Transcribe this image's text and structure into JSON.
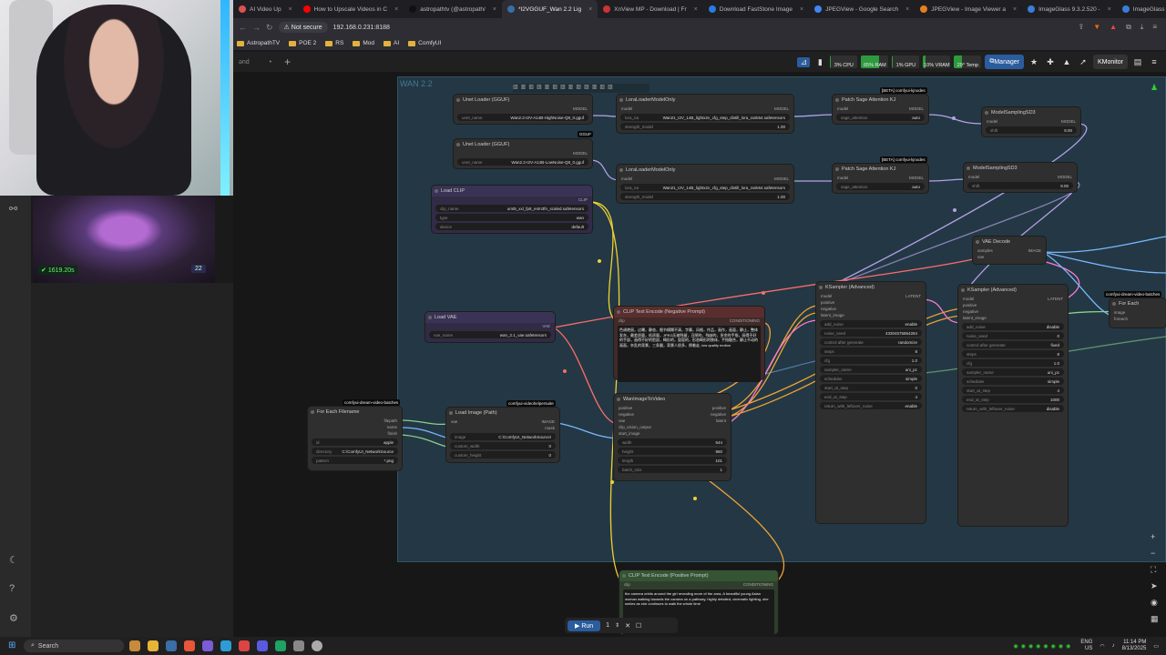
{
  "browser": {
    "tabs": [
      {
        "label": "AI Video Up",
        "color": "#d9534f"
      },
      {
        "label": "How to Upscale Videos in C",
        "color": "#ff0000"
      },
      {
        "label": "astropathtv (@astropath/",
        "color": "#111111"
      },
      {
        "label": "*I2VGGUF_Wan 2.2 Lig",
        "color": "#3a6ea5",
        "active": true
      },
      {
        "label": "XnView MP - Download | Fr",
        "color": "#c33"
      },
      {
        "label": "Download FastStone Image",
        "color": "#2a7ae2"
      },
      {
        "label": "JPEGView - Google Search",
        "color": "#4285f4"
      },
      {
        "label": "JPEGView - Image Viewer a",
        "color": "#e67e22"
      },
      {
        "label": "ImageGlass 9.3.2.520 -",
        "color": "#3b7dd8"
      },
      {
        "label": "ImageGlass 9 - Photo View",
        "color": "#3b7dd8"
      }
    ],
    "tab_close": "×",
    "new_tab": "+",
    "url_security": "Not secure",
    "url": "192.168.0.231:8188",
    "bookmarks": [
      "AstropathTV",
      "POE 2",
      "RS",
      "Mod",
      "AI",
      "ComfyUI"
    ]
  },
  "comfy": {
    "workflow_tab": "ənd",
    "workflow_dot": "•",
    "add_tab": "+",
    "cpu": {
      "label": "CPU",
      "value": "3%",
      "level": 0.03
    },
    "ram": {
      "label": "RAM",
      "value": "65%",
      "level": 0.65
    },
    "gpu": {
      "label": "GPU",
      "value": "1%",
      "level": 0.01
    },
    "vram": {
      "label": "VRAM",
      "value": "10%",
      "level": 0.1
    },
    "temp": {
      "label": "Temp",
      "value": "29°",
      "level": 0.29
    },
    "manager_label": "Manager",
    "monitor_label": "Monitor",
    "group_title": "WAN 2.2"
  },
  "left": {
    "timer": "1619.20s",
    "count": "22"
  },
  "nodes": {
    "unet_high": {
      "title": "Unet Loader (GGUF)",
      "out": "MODEL",
      "w_label": "unet_name",
      "w_value": "Wan2.2-I2V-A14B-HighNoise-Q8_0.gguf"
    },
    "unet_low": {
      "title": "Unet Loader (GGUF)",
      "out": "MODEL",
      "w_label": "unet_name",
      "w_value": "Wan2.2-I2V-A14B-LowNoise-Q8_0.gguf",
      "badge": "GGUF"
    },
    "lora_high": {
      "title": "LoraLoaderModelOnly",
      "in": "model",
      "out": "MODEL",
      "lora_label": "lora_na",
      "lora_value": "Wan21_I2V_14B_lightx2v_cfg_step_distill_lora_rank64.safetensors",
      "strength_label": "strength_model",
      "strength_value": "1.00"
    },
    "lora_low": {
      "title": "LoraLoaderModelOnly",
      "in": "model",
      "out": "MODEL",
      "lora_label": "lora_na",
      "lora_value": "Wan21_I2V_14B_lightx2v_cfg_step_distill_lora_rank64.safetensors",
      "strength_label": "strength_model",
      "strength_value": "1.00"
    },
    "sage_1": {
      "title": "Patch Sage Attention KJ",
      "badge": "[BETA] comfyui-kjnodes",
      "in": "model",
      "out": "MODEL",
      "w_label": "sage_attention",
      "w_value": "auto"
    },
    "sage_2": {
      "title": "Patch Sage Attention KJ",
      "badge": "[BETA] comfyui-kjnodes",
      "in": "model",
      "out": "MODEL",
      "w_label": "sage_attention",
      "w_value": "auto"
    },
    "msd3_1": {
      "title": "ModelSamplingSD3",
      "in": "model",
      "out": "MODEL",
      "w_label": "shift",
      "w_value": "8.00"
    },
    "msd3_2": {
      "title": "ModelSamplingSD3",
      "in": "model",
      "out": "MODEL",
      "w_label": "shift",
      "w_value": "8.00"
    },
    "clip": {
      "title": "Load CLIP",
      "out": "CLIP",
      "w1_label": "clip_name",
      "w1_value": "umt5_xxl_fp8_e4m3fn_scaled.safetensors",
      "w2_label": "type",
      "w2_value": "wan",
      "w3_label": "device",
      "w3_value": "default"
    },
    "vae": {
      "title": "Load VAE",
      "out": "VAE",
      "w_label": "vae_name",
      "w_value": "wan_2.1_vae.safetensors"
    },
    "neg": {
      "title": "CLIP Text Encode (Negative Prompt)",
      "in": "clip",
      "out": "CONDITIONING",
      "text": "色调艳丽，过曝，静态，细节模糊不清，字幕，风格，作品，画作，画面，静止，整体发灰，最差质量，低质量，JPEG压缩残留，丑陋的，残缺的，多余的手指，画得不好的手部，画得不好的脸部，畸形的，毁容的，形态畸形的肢体，手指融合，静止不动的画面，杂乱的背景，三条腿，背景人很多，倒着走, low quality motion"
    },
    "vaedecode": {
      "title": "VAE Decode",
      "in1": "samples",
      "in2": "vae",
      "out": "IMAGE"
    },
    "foreach_right": {
      "title": "For Each",
      "badge": "comfyui-dream-video-batches",
      "in1": "image",
      "in2": "foreach"
    },
    "wan": {
      "title": "WanImageToVideo",
      "ins": [
        "positive",
        "negative",
        "vae",
        "clip_vision_output",
        "start_image"
      ],
      "outs": [
        "positive",
        "negative",
        "latent"
      ],
      "widgets": [
        [
          "width",
          "544"
        ],
        [
          "height",
          "960"
        ],
        [
          "length",
          "101"
        ],
        [
          "batch_size",
          "1"
        ]
      ]
    },
    "ks1": {
      "title": "KSampler (Advanced)",
      "ins": [
        "model",
        "positive",
        "negative",
        "latent_image"
      ],
      "out": "LATENT",
      "widgets": [
        [
          "add_noise",
          "enable"
        ],
        [
          "noise_seed",
          "433045758642​84"
        ],
        [
          "control after generate",
          "randomize"
        ],
        [
          "steps",
          "8"
        ],
        [
          "cfg",
          "1.0"
        ],
        [
          "sampler_name",
          "uni_pc"
        ],
        [
          "scheduler",
          "simple"
        ],
        [
          "start_at_step",
          "0"
        ],
        [
          "end_at_step",
          "4"
        ],
        [
          "return_with_leftover_noise",
          "enable"
        ]
      ]
    },
    "ks2": {
      "title": "KSampler (Advanced)",
      "ins": [
        "model",
        "positive",
        "negative",
        "latent_image"
      ],
      "out": "LATENT",
      "widgets": [
        [
          "add_noise",
          "disable"
        ],
        [
          "noise_seed",
          "0"
        ],
        [
          "control after generate",
          "fixed"
        ],
        [
          "steps",
          "8"
        ],
        [
          "cfg",
          "1.0"
        ],
        [
          "sampler_name",
          "uni_pc"
        ],
        [
          "scheduler",
          "simple"
        ],
        [
          "start_at_step",
          "4"
        ],
        [
          "end_at_step",
          "1000"
        ],
        [
          "return_with_leftover_noise",
          "disable"
        ]
      ]
    },
    "foreach_file": {
      "title": "For Each Filename",
      "badge": "comfyui-dream-video-batches",
      "outs": [
        "filepath",
        "name",
        "finish"
      ],
      "widgets": [
        [
          "id",
          "apple"
        ],
        [
          "directory",
          "C:\\ComfyUI_NetworkSource"
        ],
        [
          "pattern",
          "*.png"
        ]
      ]
    },
    "loadimage": {
      "title": "Load Image (Path)",
      "badge": "comfyui-videohelpersuite",
      "in": "vae",
      "outs": [
        "IMAGE",
        "mask"
      ],
      "widgets": [
        [
          "image",
          "C:\\ComfyUI_NetworkSource\\"
        ],
        [
          "custom_width",
          "0"
        ],
        [
          "custom_height",
          "0"
        ]
      ]
    },
    "pos": {
      "title": "CLIP Text Encode (Positive Prompt)",
      "in": "clip",
      "out": "CONDITIONING",
      "text": "the camera orbits around the girl revealing more of the area, A beautiful young Asian woman walking towards the camera on a pathway, highly detailed, cinematic lighting, she smiles as she continues to walk the whole time"
    }
  },
  "runbar": {
    "run_label": "Run",
    "count": "1"
  },
  "taskbar": {
    "search": "Search",
    "lang1": "ENG",
    "lang2": "US",
    "time": "11:14 PM",
    "date": "8/13/2025"
  }
}
